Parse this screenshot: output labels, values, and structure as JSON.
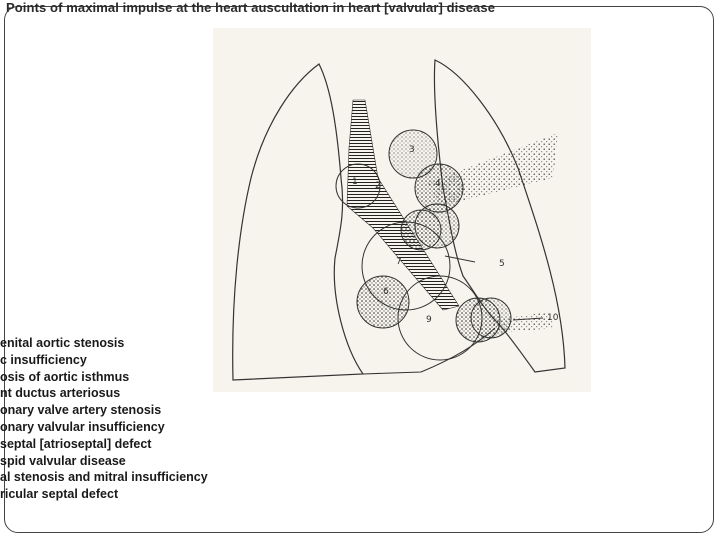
{
  "title": "Points of maximal impulse at the heart auscultation in heart [valvular] disease",
  "figure": {
    "point_labels": [
      "1",
      "2",
      "3",
      "4",
      "5",
      "6",
      "7",
      "8",
      "9",
      "10"
    ]
  },
  "legend": [
    "enital aortic stenosis",
    "c insufficiency",
    "osis of aortic isthmus",
    "nt ductus arteriosus",
    "onary valve artery stenosis",
    "onary valvular insufficiency",
    " septal [atrioseptal] defect",
    "spid valvular disease",
    "al stenosis and  mitral insufficiency",
    "ricular septal defect"
  ]
}
